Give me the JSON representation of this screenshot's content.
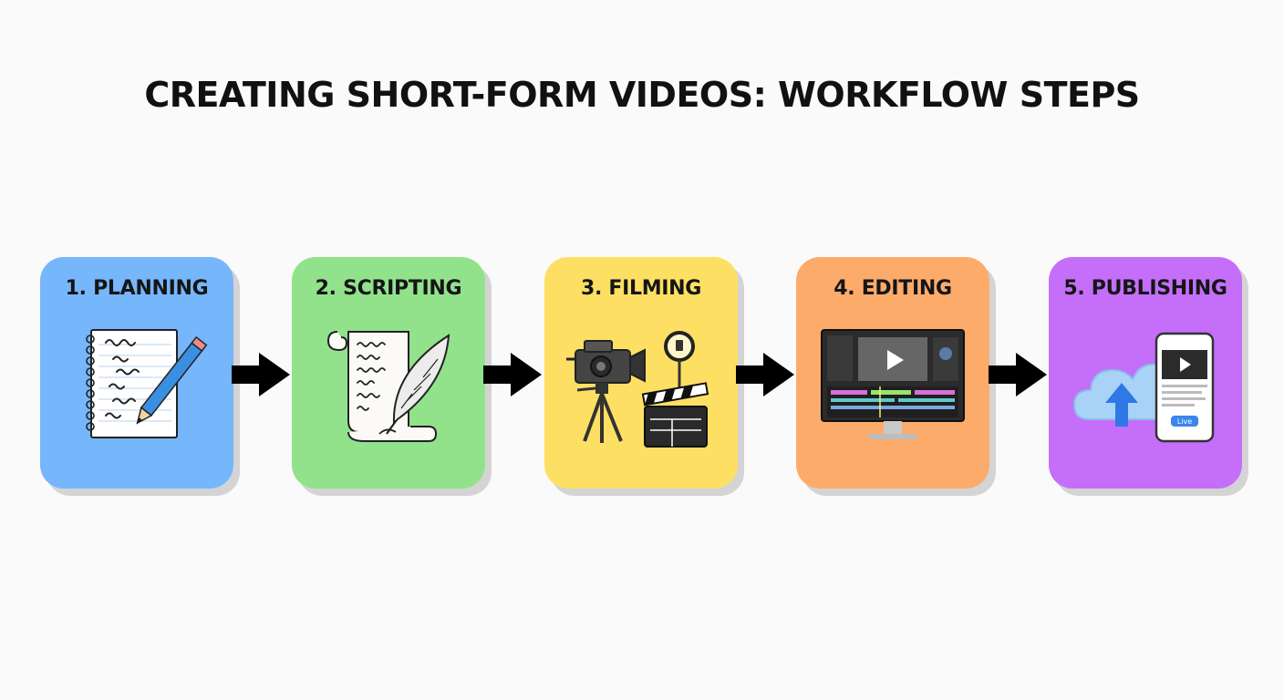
{
  "title": "CREATING SHORT-FORM VIDEOS: WORKFLOW STEPS",
  "steps": [
    {
      "label": "1. PLANNING",
      "color": "#76b6fb",
      "icon": "notepad-pencil-icon"
    },
    {
      "label": "2. SCRIPTING",
      "color": "#92e28c",
      "icon": "scroll-quill-icon"
    },
    {
      "label": "3. FILMING",
      "color": "#fde063",
      "icon": "camera-tripod-clapperboard-icon"
    },
    {
      "label": "4. EDITING",
      "color": "#fdab6b",
      "icon": "editing-monitor-icon"
    },
    {
      "label": "5. PUBLISHING",
      "color": "#c46efa",
      "icon": "cloud-upload-phone-icon"
    }
  ],
  "arrow_icon": "right-arrow-icon",
  "phone_button_label": "Live"
}
